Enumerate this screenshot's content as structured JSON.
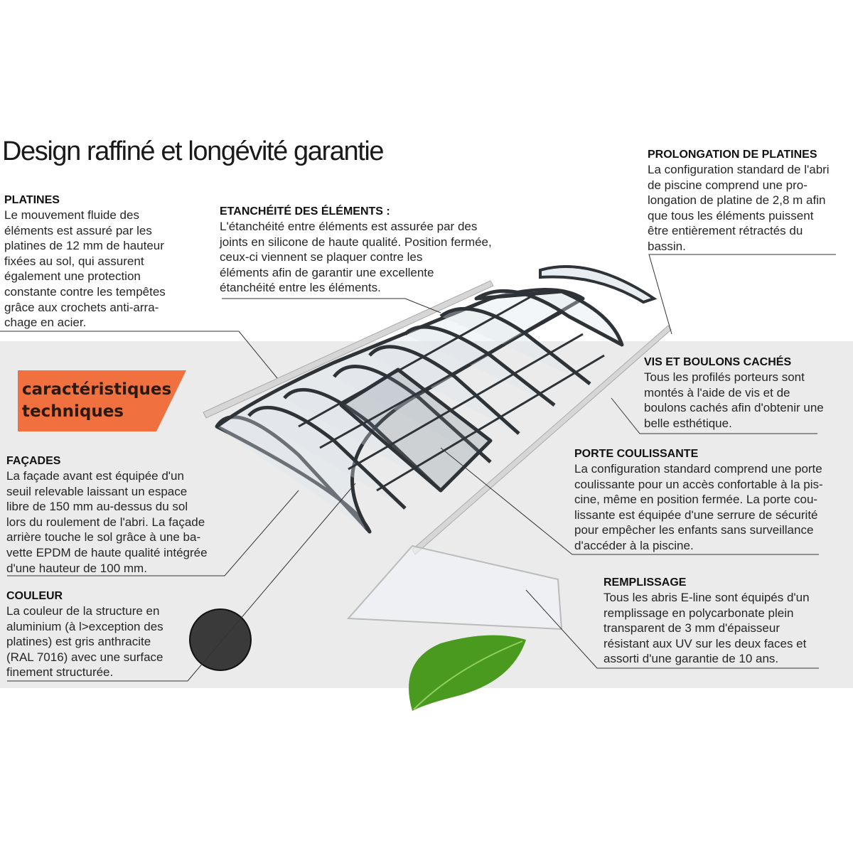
{
  "title": "Design raffiné et longévité garantie",
  "tag": {
    "line1": "caractéristiques",
    "line2": "techniques",
    "color": "#f07040"
  },
  "sections": {
    "platines": {
      "heading": "PLATINES",
      "lines": [
        "Le mouvement fluide des",
        "éléments est assuré par les",
        "platines de 12 mm de hauteur",
        "fixées au sol, qui assurent",
        "également une protection",
        "constante contre les tempêtes",
        "grâce aux crochets anti-arra-",
        "chage en acier."
      ]
    },
    "etancheite": {
      "heading": "ETANCHÉITÉ DES ÉLÉMENTS :",
      "lines": [
        " L'étanchéité entre éléments est assurée par des",
        "joints en silicone de haute qualité. Position fermée,",
        "ceux-ci viennent se plaquer contre les",
        "éléments afin de garantir une excellente",
        "étanchéité entre les éléments."
      ]
    },
    "prolongation": {
      "heading": "PROLONGATION DE PLATINES",
      "lines": [
        "La configuration standard de l'abri",
        "de piscine comprend une pro-",
        "longation de platine de 2,8 m afin",
        "que tous les éléments puissent",
        "être entièrement rétractés  du",
        "bassin."
      ]
    },
    "vis": {
      "heading": "VIS ET BOULONS CACHÉS",
      "lines": [
        "Tous les profilés porteurs sont",
        "montés à l'aide de vis et de",
        "boulons cachés afin d'obtenir une",
        "belle esthétique."
      ]
    },
    "porte": {
      "heading": "PORTE COULISSANTE",
      "lines": [
        "La configuration standard comprend une porte",
        "coulissante pour un accès confortable à la pis-",
        "cine, même en position fermée. La porte cou-",
        "lissante est équipée d'une serrure de sécurité",
        "pour empêcher les enfants sans surveillance",
        "d'accéder à la piscine."
      ]
    },
    "remplissage": {
      "heading": "REMPLISSAGE",
      "lines": [
        "Tous les abris E-line sont équipés d'un",
        "remplissage en polycarbonate  plein",
        "transparent de 3 mm d'épaisseur",
        "résistant aux UV sur les deux faces et",
        "assorti d'une garantie de 10 ans."
      ]
    },
    "facades": {
      "heading": "FAÇADES",
      "lines": [
        " La façade avant est équipée d'un",
        "seuil relevable laissant un espace",
        "libre de 150 mm au-dessus du sol",
        "lors du roulement de l'abri. La façade",
        "arrière touche le sol grâce à une ba-",
        "vette EPDM de haute qualité intégrée",
        "d'une hauteur de 100 mm."
      ]
    },
    "couleur": {
      "heading": "COULEUR",
      "lines": [
        "La couleur de la structure en",
        "aluminium (à l>exception des",
        "platines) est gris anthracite",
        "(RAL 7016) avec une surface",
        "finement structurée."
      ]
    }
  },
  "colors": {
    "band": "#ebebeb",
    "anthracite": "#3a3a3a",
    "leaf": "#4a9a20"
  }
}
